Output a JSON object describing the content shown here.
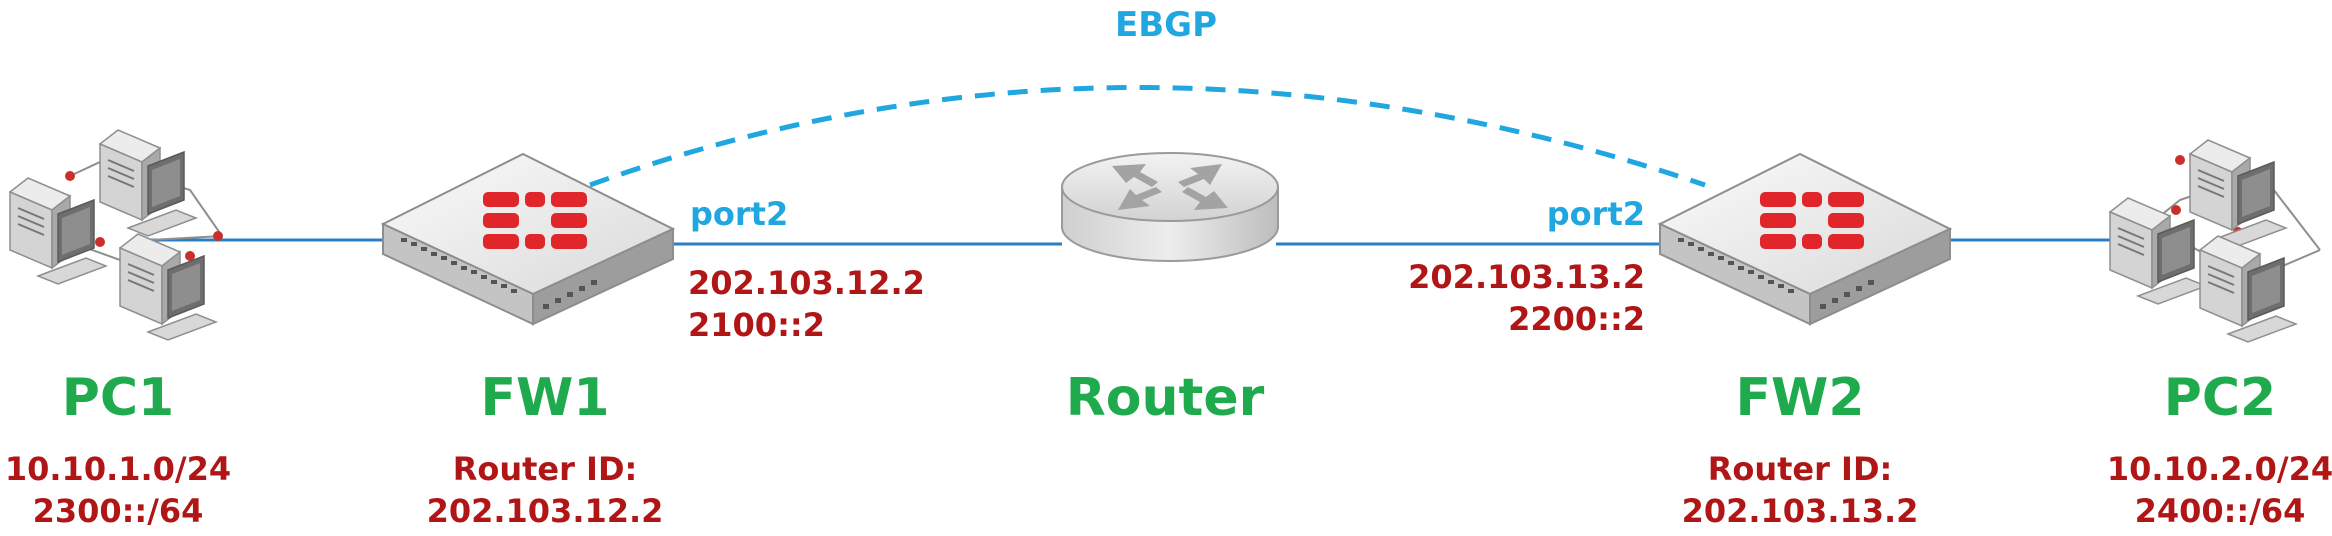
{
  "protocol_label": "EBGP",
  "nodes": {
    "pc1": {
      "name": "PC1",
      "subnet_v4": "10.10.1.0/24",
      "subnet_v6": "2300::/64"
    },
    "fw1": {
      "name": "FW1",
      "router_id_label": "Router ID:",
      "router_id": "202.103.12.2",
      "port": "port2",
      "ip_v4": "202.103.12.2",
      "ip_v6": "2100::2"
    },
    "router": {
      "name": "Router"
    },
    "fw2": {
      "name": "FW2",
      "router_id_label": "Router ID:",
      "router_id": "202.103.13.2",
      "port": "port2",
      "ip_v4": "202.103.13.2",
      "ip_v6": "2200::2"
    },
    "pc2": {
      "name": "PC2",
      "subnet_v4": "10.10.2.0/24",
      "subnet_v6": "2400::/64"
    }
  },
  "colors": {
    "device_name": "#1faa4e",
    "address": "#b01616",
    "port_and_protocol": "#20a7e0",
    "link": "#2a7fc4",
    "fortinet_logo": "#e0262b"
  }
}
